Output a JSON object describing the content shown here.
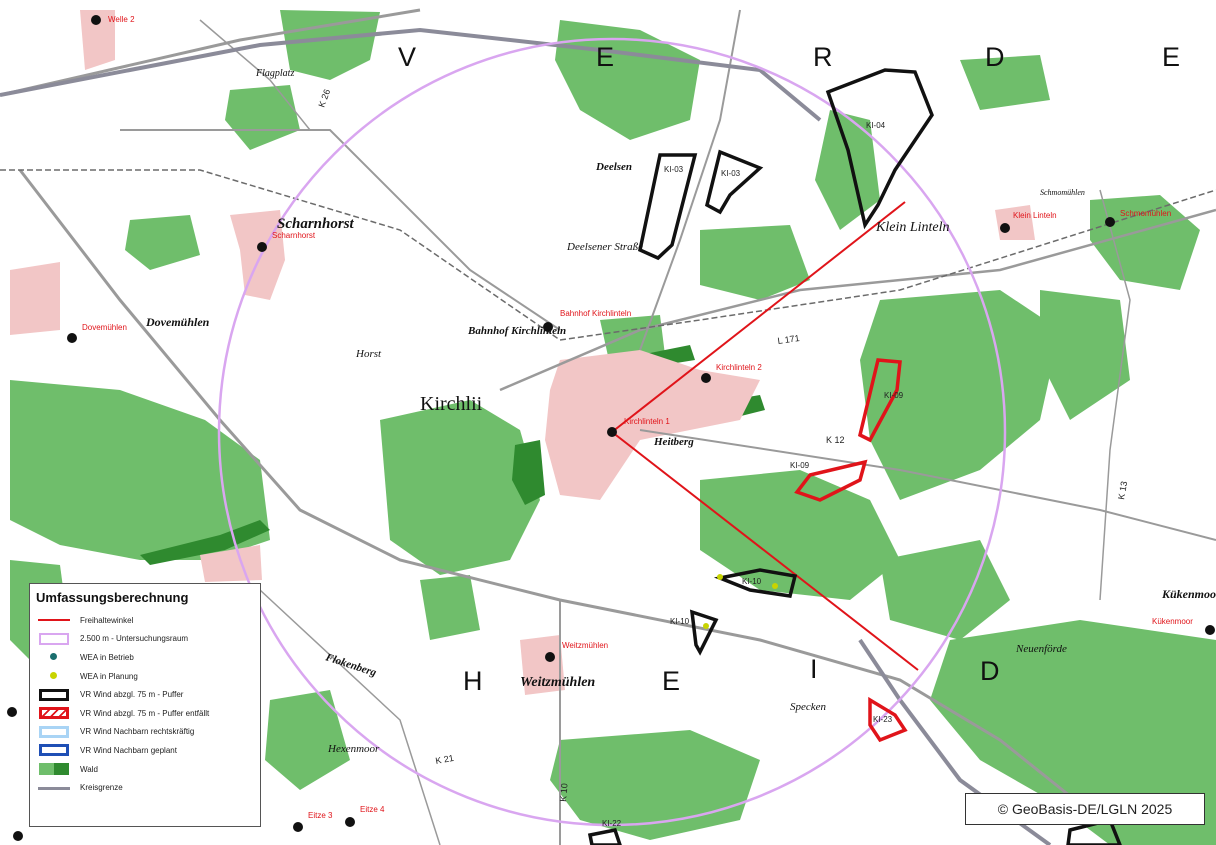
{
  "map": {
    "big_letters": [
      "V",
      "E",
      "R",
      "D",
      "E",
      "H",
      "E",
      "I",
      "D"
    ],
    "place_names": [
      "Flagplatz",
      "Scharnhorst",
      "Dovemühlen",
      "Deelsen",
      "Deelsener Straße",
      "Bahnhof Kirchlinteln",
      "Horst",
      "Kirchlii",
      "Klein Linteln",
      "Schmomühlen",
      "Weitzmühlen",
      "Flokenberg",
      "Hexenmoor",
      "Specken",
      "Neuenförde",
      "Heitberg",
      "Kükenmoor"
    ],
    "red_labels": [
      "Welle 2",
      "Scharnhorst",
      "Dovemühlen",
      "Bahnhof Kirchlinteln",
      "Kirchlinteln 2",
      "Kirchlinteln 1",
      "Klein Linteln",
      "Schmomühlen",
      "Weitzmühlen",
      "Eitze 3",
      "Eitze 4",
      "Kükenmoor"
    ],
    "area_labels": [
      "KI-03",
      "KI-03",
      "KI-04",
      "KI-09",
      "KI-09",
      "KI-10",
      "KI-10",
      "KI-23",
      "KI-22"
    ],
    "road_labels": [
      "K 26",
      "L 171",
      "K 12",
      "K 13",
      "K 21",
      "K 10"
    ],
    "colors": {
      "forest": "#6fbe6b",
      "forest_dark": "#2f8a2f",
      "settlement": "#f2c6c6",
      "circle": "#d9a6f0",
      "red": "#e0141a",
      "road": "#9a9a9a"
    }
  },
  "legend": {
    "title": "Umfassungsberechnung",
    "items": [
      {
        "label": "Freihaltewinkel",
        "symbol": "red-line"
      },
      {
        "label": "2.500 m - Untersuchungsraum",
        "symbol": "violet-box"
      },
      {
        "label": "WEA in Betrieb",
        "symbol": "teal-dot"
      },
      {
        "label": "WEA in Planung",
        "symbol": "yellow-dot"
      },
      {
        "label": "VR Wind abzgl. 75 m - Puffer",
        "symbol": "black-box"
      },
      {
        "label": "VR Wind abzgl. 75 m - Puffer entfällt",
        "symbol": "red-hatched-box"
      },
      {
        "label": "VR Wind Nachbarn rechtskräftig",
        "symbol": "lightblue-box"
      },
      {
        "label": "VR Wind Nachbarn geplant",
        "symbol": "blue-box"
      },
      {
        "label": "Wald",
        "symbol": "green-box"
      },
      {
        "label": "Kreisgrenze",
        "symbol": "gray-line"
      }
    ]
  },
  "copyright": "© GeoBasis-DE/LGLN 2025"
}
